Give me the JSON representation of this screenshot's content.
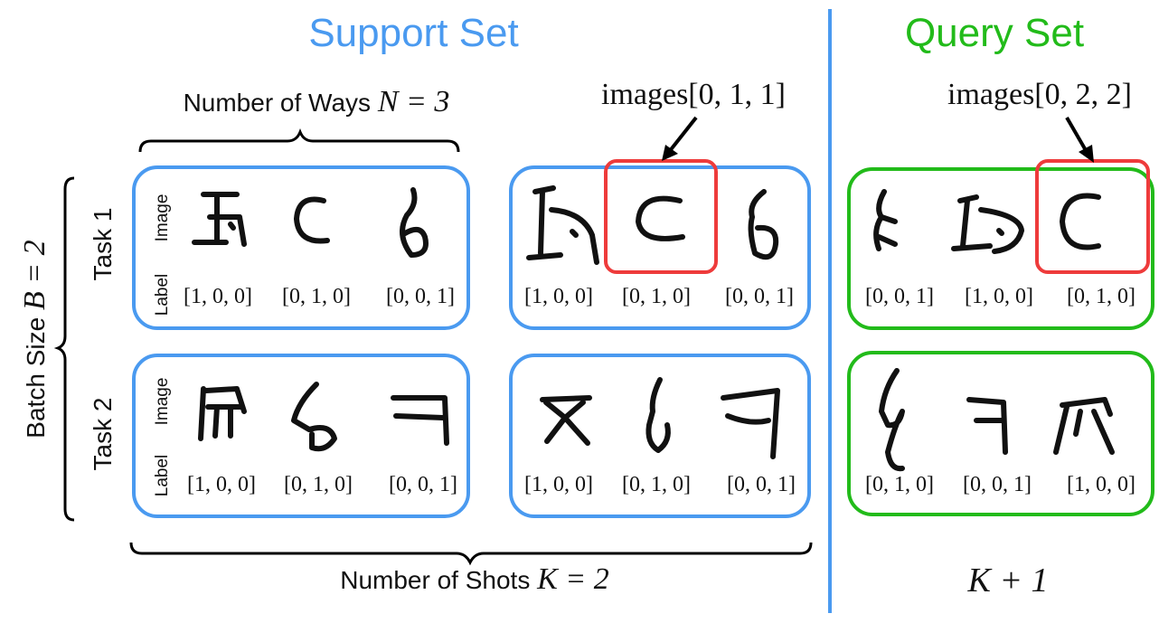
{
  "headings": {
    "support": "Support Set",
    "query": "Query Set",
    "support_color": "#4a9af0",
    "query_color": "#22bb1a"
  },
  "annotations": {
    "ways_text": "Number of Ways",
    "ways_math": "N = 3",
    "shots_text": "Number of Shots",
    "shots_math": "K = 2",
    "batch_text": "Batch Size",
    "batch_math": "B = 2",
    "query_count": "K + 1",
    "pointer_support": "images[0, 1, 1]",
    "pointer_query": "images[0, 2, 2]"
  },
  "row_labels": {
    "task1": "Task 1",
    "task2": "Task 2",
    "image": "Image",
    "label": "Label"
  },
  "labels": {
    "support": {
      "task1_shot1": [
        "[1, 0, 0]",
        "[0, 1, 0]",
        "[0, 0, 1]"
      ],
      "task1_shot2": [
        "[1, 0, 0]",
        "[0, 1, 0]",
        "[0, 0, 1]"
      ],
      "task2_shot1": [
        "[1, 0, 0]",
        "[0, 1, 0]",
        "[0, 0, 1]"
      ],
      "task2_shot2": [
        "[1, 0, 0]",
        "[0, 1, 0]",
        "[0, 0, 1]"
      ]
    },
    "query": {
      "task1": [
        "[0, 0, 1]",
        "[1, 0, 0]",
        "[0, 1, 0]"
      ],
      "task2": [
        "[0, 1, 0]",
        "[0, 0, 1]",
        "[1, 0, 0]"
      ]
    }
  },
  "glyph_classes": {
    "task1": [
      "character-a",
      "character-c",
      "character-curl"
    ],
    "task2": [
      "character-gate",
      "character-hook",
      "character-corner"
    ]
  }
}
